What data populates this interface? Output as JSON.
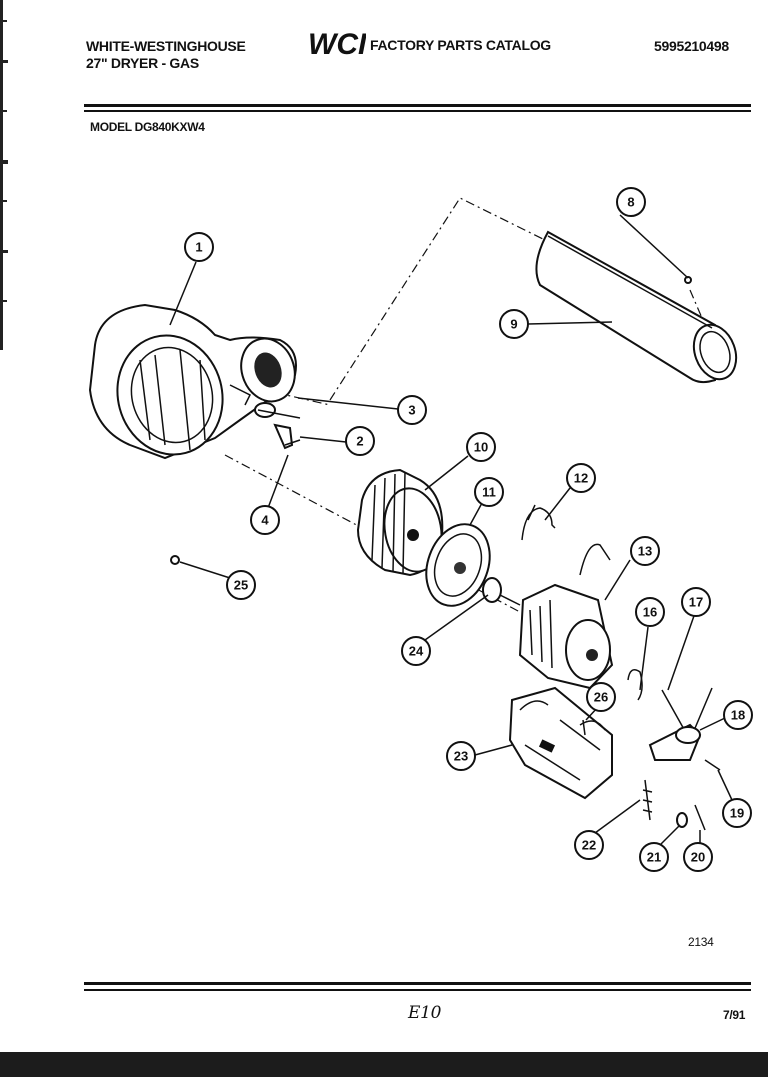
{
  "header": {
    "brand": "WHITE-WESTINGHOUSE",
    "subtitle": "27\" DRYER - GAS",
    "logo_text": "WCI",
    "catalog_title": "FACTORY PARTS CATALOG",
    "part_number": "5995210498"
  },
  "model_line": "MODEL DG840KXW4",
  "callouts": [
    "1",
    "2",
    "3",
    "4",
    "8",
    "9",
    "10",
    "11",
    "12",
    "13",
    "16",
    "17",
    "18",
    "19",
    "20",
    "21",
    "22",
    "23",
    "24",
    "25",
    "26"
  ],
  "footer": {
    "figure_number": "2134",
    "handwritten_note": "E10",
    "date": "7/91"
  }
}
